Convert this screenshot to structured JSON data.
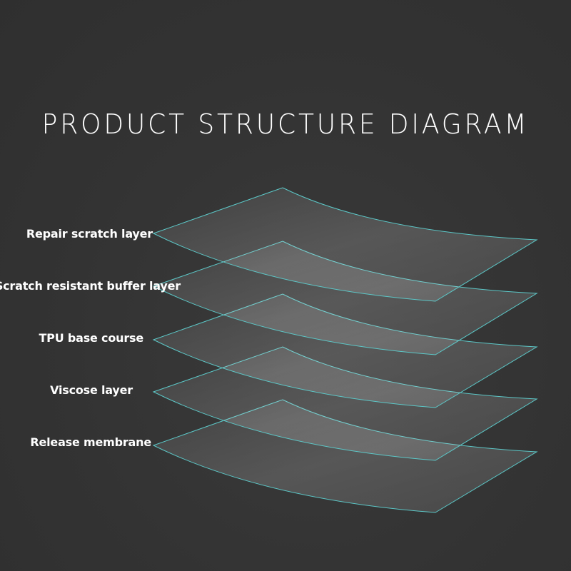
{
  "title": "PRODUCT STRUCTURE DIAGRAM",
  "layers": [
    {
      "label": "Repair scratch layer"
    },
    {
      "label": "Scratch resistant buffer layer"
    },
    {
      "label": "TPU base course"
    },
    {
      "label": "Viscose layer"
    },
    {
      "label": "Release membrane"
    }
  ],
  "colors": {
    "background": "#333333",
    "outline": "#5cc8c8",
    "text": "#ffffff"
  }
}
